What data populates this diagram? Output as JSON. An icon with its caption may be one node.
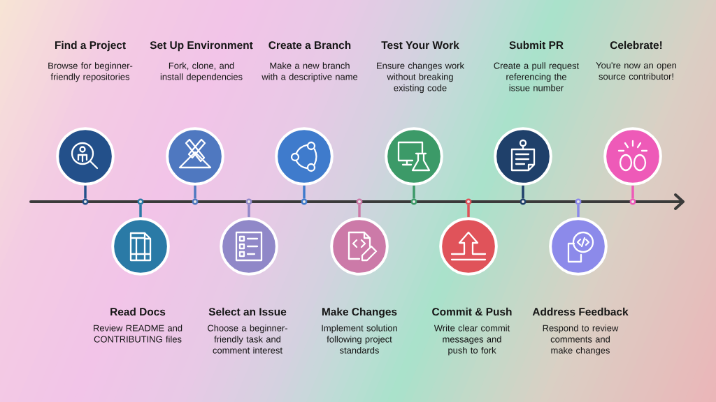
{
  "diagram": {
    "nodes": [
      {
        "text": [
          "Find a Project",
          "Browse for beginner-friendly repositories"
        ]
      },
      {
        "text": [
          "Read Docs",
          "Review README and CONTRIBUTING files"
        ]
      },
      {
        "text": [
          "Set Up Environment",
          "Fork, clone, and install dependencies"
        ]
      },
      {
        "text": [
          "Select an Issue",
          "Choose a beginner-friendly task and comment interest"
        ]
      },
      {
        "text": [
          "Create a Branch",
          "Make a new branch with a descriptive name"
        ]
      },
      {
        "text": [
          "Make Changes",
          "Implement solution following project standards"
        ]
      },
      {
        "text": [
          "Test Your Work",
          "Ensure changes work without breaking existing code"
        ]
      },
      {
        "text": [
          "Commit & Push",
          "Write clear commit messages and push to fork"
        ]
      },
      {
        "text": [
          "Submit PR",
          "Create a pull request referencing the issue number"
        ]
      },
      {
        "text": [
          "Address Feedback",
          "Respond to review comments and make changes"
        ]
      },
      {
        "text": [
          "Celebrate!",
          "You're now an open source contributor!"
        ]
      },
      {
        "text": [],
        "shape": "circle"
      },
      {
        "text": [],
        "shape": "circle"
      },
      {
        "text": [],
        "shape": "circle"
      },
      {
        "text": [],
        "shape": "circle"
      },
      {
        "text": [],
        "shape": "circle"
      },
      {
        "text": [],
        "shape": "circle"
      },
      {
        "text": [],
        "shape": "circle"
      },
      {
        "text": [],
        "shape": "circle"
      },
      {
        "text": [],
        "shape": "circle"
      },
      {
        "text": [],
        "shape": "circle"
      },
      {
        "text": [],
        "shape": "circle"
      },
      {
        "text": [],
        "shape": "circle"
      },
      {
        "text": [],
        "shape": "circle"
      },
      {
        "text": [],
        "shape": "circle"
      },
      {
        "text": [],
        "shape": "circle"
      },
      {
        "text": [],
        "shape": "circle"
      },
      {
        "text": [],
        "shape": "circle"
      },
      {
        "text": [],
        "shape": "circle"
      },
      {
        "text": [],
        "shape": "circle"
      },
      {
        "text": [],
        "shape": "circle"
      },
      {
        "text": [],
        "shape": "circle"
      },
      {
        "text": [],
        "shape": "circle"
      }
    ],
    "edges": [
      {
        "from": 11,
        "to": 22,
        "arrow": "none",
        "color": "#23508a"
      },
      {
        "from": 12,
        "to": 23,
        "arrow": "none",
        "color": "#2a7aa6"
      },
      {
        "from": 13,
        "to": 24,
        "arrow": "none",
        "color": "#4f78c0"
      },
      {
        "from": 14,
        "to": 25,
        "arrow": "none",
        "color": "#9088c8"
      },
      {
        "from": 15,
        "to": 26,
        "arrow": "none",
        "color": "#3f7bcc"
      },
      {
        "from": 16,
        "to": 27,
        "arrow": "none",
        "color": "#cc7aa8"
      },
      {
        "from": 17,
        "to": 28,
        "arrow": "none",
        "color": "#3c9a68"
      },
      {
        "from": 18,
        "to": 29,
        "arrow": "none",
        "color": "#e0535a"
      },
      {
        "from": 19,
        "to": 30,
        "arrow": "none",
        "color": "#1f406a"
      },
      {
        "from": 20,
        "to": 31,
        "arrow": "none",
        "color": "#8c8aea"
      },
      {
        "from": 21,
        "to": 32,
        "arrow": "none",
        "color": "#ee5ab8"
      }
    ]
  }
}
